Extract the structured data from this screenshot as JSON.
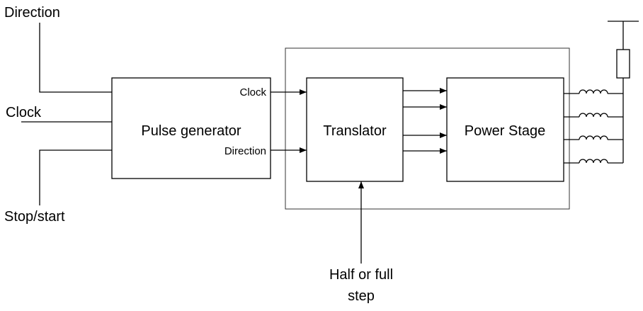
{
  "inputs": {
    "direction": "Direction",
    "clock": "Clock",
    "stop_start": "Stop/start"
  },
  "blocks": {
    "pulse_generator": {
      "title": "Pulse generator",
      "clock_out": "Clock",
      "direction_out": "Direction"
    },
    "translator": {
      "title": "Translator"
    },
    "power_stage": {
      "title": "Power Stage"
    }
  },
  "step_mode": {
    "line1": "Half or full",
    "line2": "step"
  },
  "colors": {
    "stroke": "#000000",
    "enclosure": "#333333"
  }
}
